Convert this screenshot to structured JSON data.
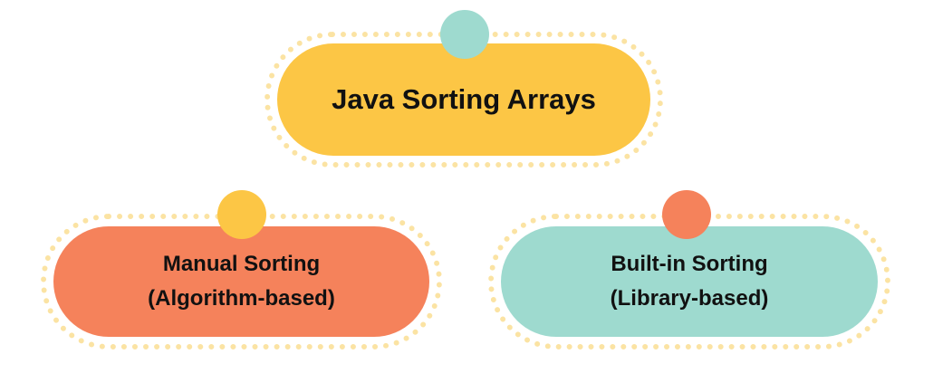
{
  "colors": {
    "yellow": "#fcc645",
    "orange": "#f5825b",
    "teal": "#9edacf",
    "dashed_ring": "#fbe3a3",
    "text": "#111111"
  },
  "diagram": {
    "root": {
      "label": "Java Sorting Arrays"
    },
    "children": [
      {
        "line1": "Manual Sorting",
        "line2": "(Algorithm-based)"
      },
      {
        "line1": "Built-in Sorting",
        "line2": "(Library-based)"
      }
    ]
  }
}
